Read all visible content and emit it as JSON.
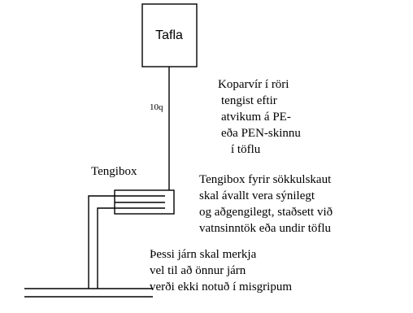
{
  "panel": {
    "label": "Tafla"
  },
  "wire": {
    "size_label": "10q",
    "note_lines": [
      "Koparvír í röri",
      "tengist eftir",
      "atvikum á PE-",
      "eða  PEN-skinnu",
      "í töflu"
    ]
  },
  "junction_box": {
    "label": "Tengibox",
    "note_lines": [
      "Tengibox fyrir sökkulskaut",
      "skal ávallt vera sýnilegt",
      "og aðgengilegt, staðsett við",
      "vatnsinntök eða undir töflu"
    ]
  },
  "iron": {
    "note_lines": [
      "Þessi járn skal merkja",
      "vel til að önnur járn",
      "verði ekki notuð í misgripum"
    ]
  },
  "colors": {
    "ink": "#000000",
    "background": "#ffffff"
  }
}
